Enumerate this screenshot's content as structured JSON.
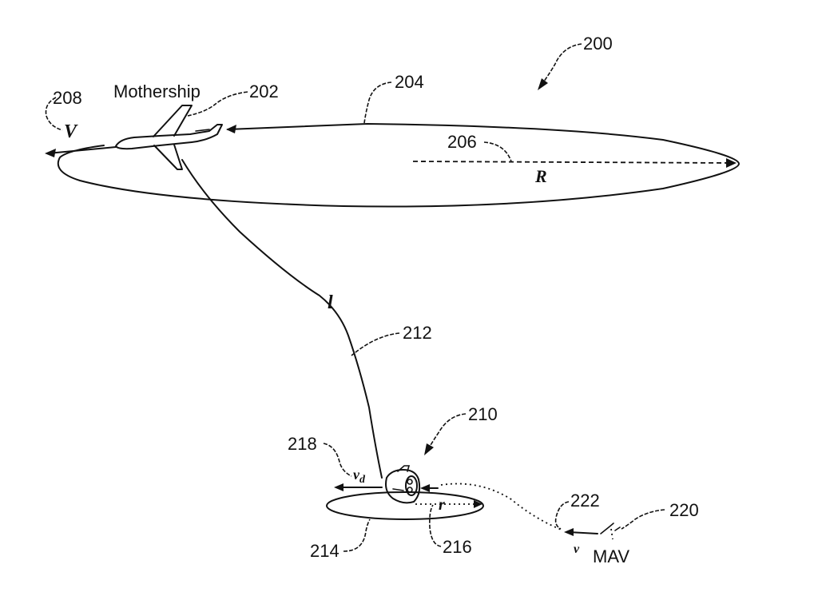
{
  "figure": {
    "ref_numbers": {
      "system": "200",
      "mothership": "202",
      "orbit_large": "204",
      "radius_large": "206",
      "velocity_large": "208",
      "drogue_assembly": "210",
      "tether": "212",
      "orbit_small": "214",
      "radius_small": "216",
      "velocity_drogue": "218",
      "mav": "220",
      "mav_path": "222"
    },
    "text_labels": {
      "mothership": "Mothership",
      "mav": "MAV"
    },
    "symbols": {
      "V": "V",
      "R": "R",
      "l": "l",
      "r": "r",
      "v": "v",
      "v_d_base": "v",
      "v_d_sub": "d"
    }
  }
}
